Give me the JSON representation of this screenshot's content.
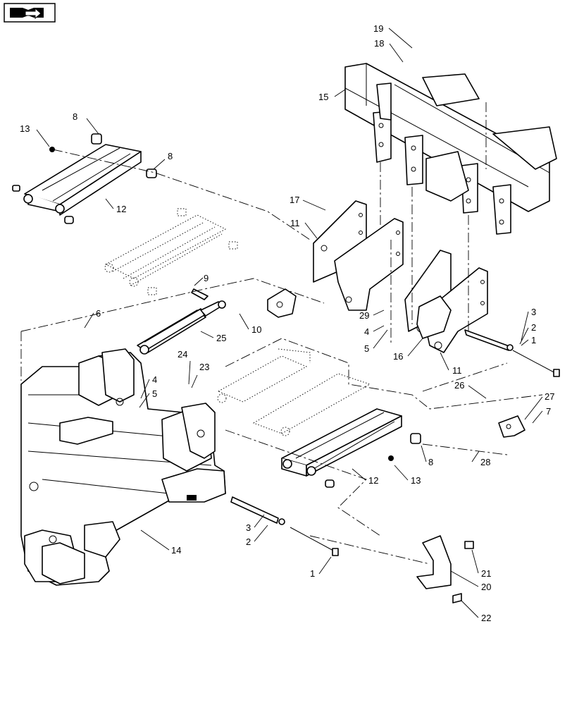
{
  "diagram": {
    "icon": "book-arrow-icon",
    "callouts": [
      {
        "id": "c19",
        "label": "19"
      },
      {
        "id": "c18",
        "label": "18"
      },
      {
        "id": "c15",
        "label": "15"
      },
      {
        "id": "c13a",
        "label": "13"
      },
      {
        "id": "c8a",
        "label": "8"
      },
      {
        "id": "c8b",
        "label": "8"
      },
      {
        "id": "c12a",
        "label": "12"
      },
      {
        "id": "c17",
        "label": "17"
      },
      {
        "id": "c11a",
        "label": "11"
      },
      {
        "id": "c9",
        "label": "9"
      },
      {
        "id": "c6",
        "label": "6"
      },
      {
        "id": "c10",
        "label": "10"
      },
      {
        "id": "c25",
        "label": "25"
      },
      {
        "id": "c29",
        "label": "29"
      },
      {
        "id": "c4a",
        "label": "4"
      },
      {
        "id": "c5a",
        "label": "5"
      },
      {
        "id": "c16",
        "label": "16"
      },
      {
        "id": "c11b",
        "label": "11"
      },
      {
        "id": "c3a",
        "label": "3"
      },
      {
        "id": "c2a",
        "label": "2"
      },
      {
        "id": "c1a",
        "label": "1"
      },
      {
        "id": "c24",
        "label": "24"
      },
      {
        "id": "c23",
        "label": "23"
      },
      {
        "id": "c4b",
        "label": "4"
      },
      {
        "id": "c5b",
        "label": "5"
      },
      {
        "id": "c26",
        "label": "26"
      },
      {
        "id": "c27",
        "label": "27"
      },
      {
        "id": "c7",
        "label": "7"
      },
      {
        "id": "c8c",
        "label": "8"
      },
      {
        "id": "c28",
        "label": "28"
      },
      {
        "id": "c12b",
        "label": "12"
      },
      {
        "id": "c13b",
        "label": "13"
      },
      {
        "id": "c14",
        "label": "14"
      },
      {
        "id": "c3b",
        "label": "3"
      },
      {
        "id": "c2b",
        "label": "2"
      },
      {
        "id": "c1b",
        "label": "1"
      },
      {
        "id": "c21",
        "label": "21"
      },
      {
        "id": "c20",
        "label": "20"
      },
      {
        "id": "c22",
        "label": "22"
      }
    ]
  }
}
